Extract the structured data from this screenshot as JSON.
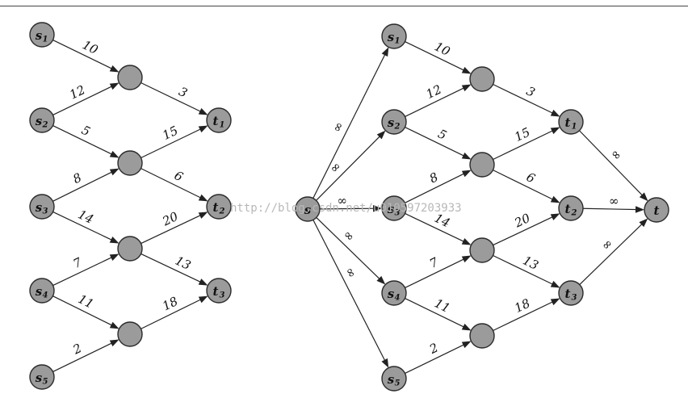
{
  "watermark": "http://blog.csdn.net/u010597203933",
  "left_graph": {
    "nodes": [
      {
        "id": "L_s1",
        "base": "s",
        "sub": "1"
      },
      {
        "id": "L_s2",
        "base": "s",
        "sub": "2"
      },
      {
        "id": "L_s3",
        "base": "s",
        "sub": "3"
      },
      {
        "id": "L_s4",
        "base": "s",
        "sub": "4"
      },
      {
        "id": "L_s5",
        "base": "s",
        "sub": "5"
      },
      {
        "id": "L_m1",
        "base": "",
        "sub": ""
      },
      {
        "id": "L_m2",
        "base": "",
        "sub": ""
      },
      {
        "id": "L_m3",
        "base": "",
        "sub": ""
      },
      {
        "id": "L_m4",
        "base": "",
        "sub": ""
      },
      {
        "id": "L_t1",
        "base": "t",
        "sub": "1"
      },
      {
        "id": "L_t2",
        "base": "t",
        "sub": "2"
      },
      {
        "id": "L_t3",
        "base": "t",
        "sub": "3"
      }
    ],
    "edges": [
      {
        "from": "L_s1",
        "to": "L_m1",
        "label": "10"
      },
      {
        "from": "L_s2",
        "to": "L_m1",
        "label": "12"
      },
      {
        "from": "L_m1",
        "to": "L_t1",
        "label": "3"
      },
      {
        "from": "L_s2",
        "to": "L_m2",
        "label": "5"
      },
      {
        "from": "L_m2",
        "to": "L_t1",
        "label": "15"
      },
      {
        "from": "L_s3",
        "to": "L_m2",
        "label": "8"
      },
      {
        "from": "L_m2",
        "to": "L_t2",
        "label": "6"
      },
      {
        "from": "L_s3",
        "to": "L_m3",
        "label": "14"
      },
      {
        "from": "L_m3",
        "to": "L_t2",
        "label": "20"
      },
      {
        "from": "L_s4",
        "to": "L_m3",
        "label": "7"
      },
      {
        "from": "L_m3",
        "to": "L_t3",
        "label": "13"
      },
      {
        "from": "L_s4",
        "to": "L_m4",
        "label": "11"
      },
      {
        "from": "L_m4",
        "to": "L_t3",
        "label": "18"
      },
      {
        "from": "L_s5",
        "to": "L_m4",
        "label": "2"
      }
    ]
  },
  "right_graph": {
    "nodes": [
      {
        "id": "R_s",
        "base": "s",
        "sub": ""
      },
      {
        "id": "R_s1",
        "base": "s",
        "sub": "1"
      },
      {
        "id": "R_s2",
        "base": "s",
        "sub": "2"
      },
      {
        "id": "R_s3",
        "base": "s",
        "sub": "3"
      },
      {
        "id": "R_s4",
        "base": "s",
        "sub": "4"
      },
      {
        "id": "R_s5",
        "base": "s",
        "sub": "5"
      },
      {
        "id": "R_m1",
        "base": "",
        "sub": ""
      },
      {
        "id": "R_m2",
        "base": "",
        "sub": ""
      },
      {
        "id": "R_m3",
        "base": "",
        "sub": ""
      },
      {
        "id": "R_m4",
        "base": "",
        "sub": ""
      },
      {
        "id": "R_t1",
        "base": "t",
        "sub": "1"
      },
      {
        "id": "R_t2",
        "base": "t",
        "sub": "2"
      },
      {
        "id": "R_t3",
        "base": "t",
        "sub": "3"
      },
      {
        "id": "R_t",
        "base": "t",
        "sub": ""
      }
    ],
    "edges": [
      {
        "from": "R_s",
        "to": "R_s1",
        "label": "∞"
      },
      {
        "from": "R_s",
        "to": "R_s2",
        "label": "∞"
      },
      {
        "from": "R_s",
        "to": "R_s3",
        "label": "∞"
      },
      {
        "from": "R_s",
        "to": "R_s4",
        "label": "∞"
      },
      {
        "from": "R_s",
        "to": "R_s5",
        "label": "∞"
      },
      {
        "from": "R_s1",
        "to": "R_m1",
        "label": "10"
      },
      {
        "from": "R_s2",
        "to": "R_m1",
        "label": "12"
      },
      {
        "from": "R_m1",
        "to": "R_t1",
        "label": "3"
      },
      {
        "from": "R_s2",
        "to": "R_m2",
        "label": "5"
      },
      {
        "from": "R_m2",
        "to": "R_t1",
        "label": "15"
      },
      {
        "from": "R_s3",
        "to": "R_m2",
        "label": "8"
      },
      {
        "from": "R_m2",
        "to": "R_t2",
        "label": "6"
      },
      {
        "from": "R_s3",
        "to": "R_m3",
        "label": "14"
      },
      {
        "from": "R_m3",
        "to": "R_t2",
        "label": "20"
      },
      {
        "from": "R_s4",
        "to": "R_m3",
        "label": "7"
      },
      {
        "from": "R_m3",
        "to": "R_t3",
        "label": "13"
      },
      {
        "from": "R_s4",
        "to": "R_m4",
        "label": "11"
      },
      {
        "from": "R_m4",
        "to": "R_t3",
        "label": "18"
      },
      {
        "from": "R_s5",
        "to": "R_m4",
        "label": "2"
      },
      {
        "from": "R_t1",
        "to": "R_t",
        "label": "∞"
      },
      {
        "from": "R_t2",
        "to": "R_t",
        "label": "∞"
      },
      {
        "from": "R_t3",
        "to": "R_t",
        "label": "∞"
      }
    ]
  }
}
